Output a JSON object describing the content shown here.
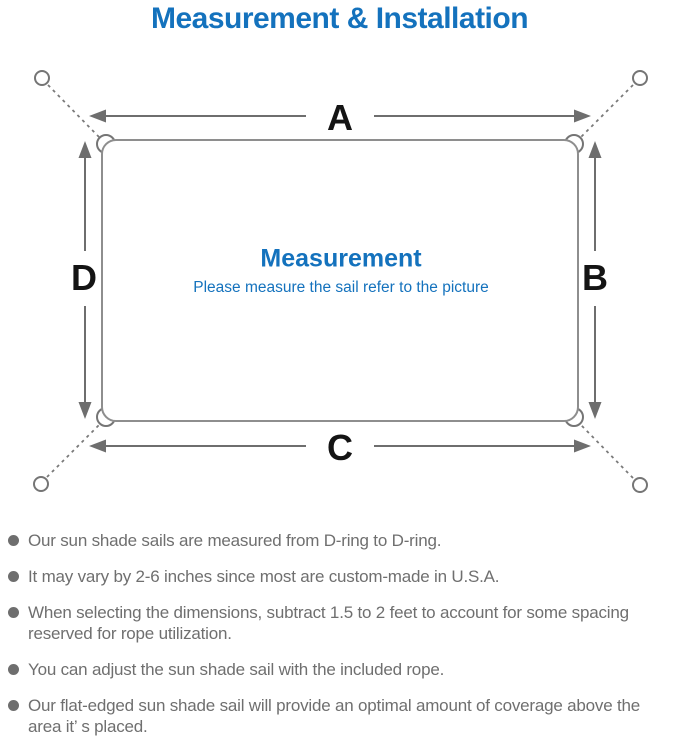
{
  "title": "Measurement & Installation",
  "colors": {
    "blue": "#1472bd",
    "gray_line": "#6e6e6e",
    "gray_text": "#6f6f6f",
    "label_black": "#141414"
  },
  "diagram": {
    "center_heading": "Measurement",
    "center_subtitle": "Please measure the sail refer to the picture",
    "dimension_labels": {
      "top": "A",
      "right": "B",
      "bottom": "C",
      "left": "D"
    }
  },
  "notes": [
    "Our sun shade sails are measured from D-ring to D-ring.",
    "It may vary by 2-6 inches since most are custom-made in U.S.A.",
    "When selecting the dimensions, subtract 1.5 to 2 feet to account for some spacing reserved for rope utilization.",
    "You can adjust the sun shade sail with the included rope.",
    "Our flat-edged sun shade sail will provide an optimal amount of coverage above the area it’ s placed."
  ]
}
